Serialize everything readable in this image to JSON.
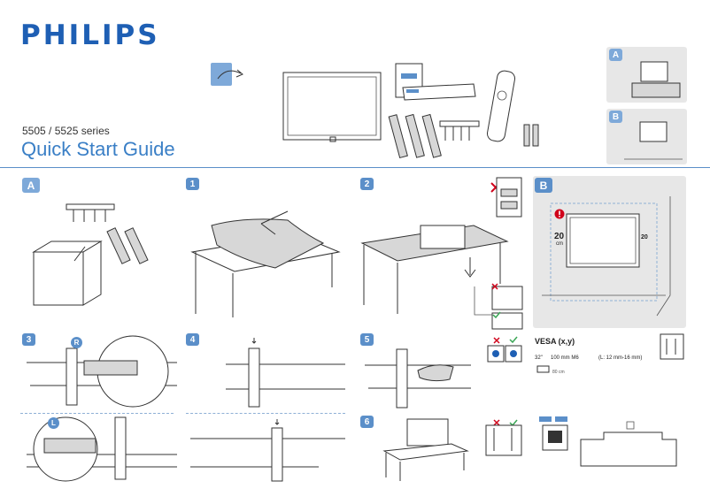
{
  "brand": "PHILIPS",
  "header": {
    "series": "5505 / 5525 series",
    "title": "Quick Start Guide"
  },
  "mount_options": {
    "a": "A",
    "b": "B"
  },
  "steps": {
    "a": "A",
    "s1": "1",
    "s2": "2",
    "b": "B",
    "s3": "3",
    "s4": "4",
    "s5": "5",
    "s6": "6",
    "r": "R",
    "l": "L"
  },
  "wall": {
    "dist_left": "20",
    "dist_left_unit": "cm",
    "dist_right": "20"
  },
  "vesa": {
    "title": "VESA (x,y)",
    "size": "32\"",
    "spec": "100 mm M6",
    "length": "(L: 12 mm-16 mm)",
    "cable": "80 cm"
  },
  "colors": {
    "brand": "#1e5fb4",
    "accent": "#5b8fc9",
    "cross": "#d0021b",
    "check": "#3aa655",
    "panel": "#e7e7e7"
  }
}
